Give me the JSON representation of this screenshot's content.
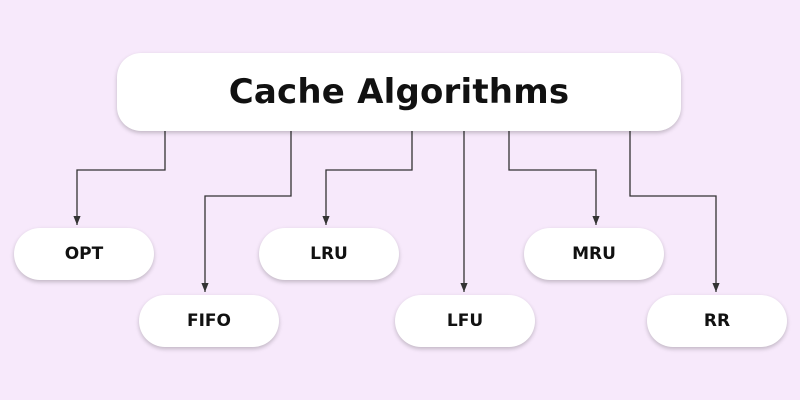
{
  "diagram": {
    "title": "Cache Algorithms",
    "nodes": [
      {
        "id": "opt",
        "label": "OPT"
      },
      {
        "id": "fifo",
        "label": "FIFO"
      },
      {
        "id": "lru",
        "label": "LRU"
      },
      {
        "id": "lfu",
        "label": "LFU"
      },
      {
        "id": "mru",
        "label": "MRU"
      },
      {
        "id": "rr",
        "label": "RR"
      }
    ],
    "edges": [
      {
        "from": "Cache Algorithms",
        "to": "OPT"
      },
      {
        "from": "Cache Algorithms",
        "to": "FIFO"
      },
      {
        "from": "Cache Algorithms",
        "to": "LRU"
      },
      {
        "from": "Cache Algorithms",
        "to": "LFU"
      },
      {
        "from": "Cache Algorithms",
        "to": "MRU"
      },
      {
        "from": "Cache Algorithms",
        "to": "RR"
      }
    ]
  },
  "colors": {
    "background": "#f7e9fb",
    "node_fill": "#ffffff",
    "text": "#111111",
    "connector": "#333333"
  }
}
